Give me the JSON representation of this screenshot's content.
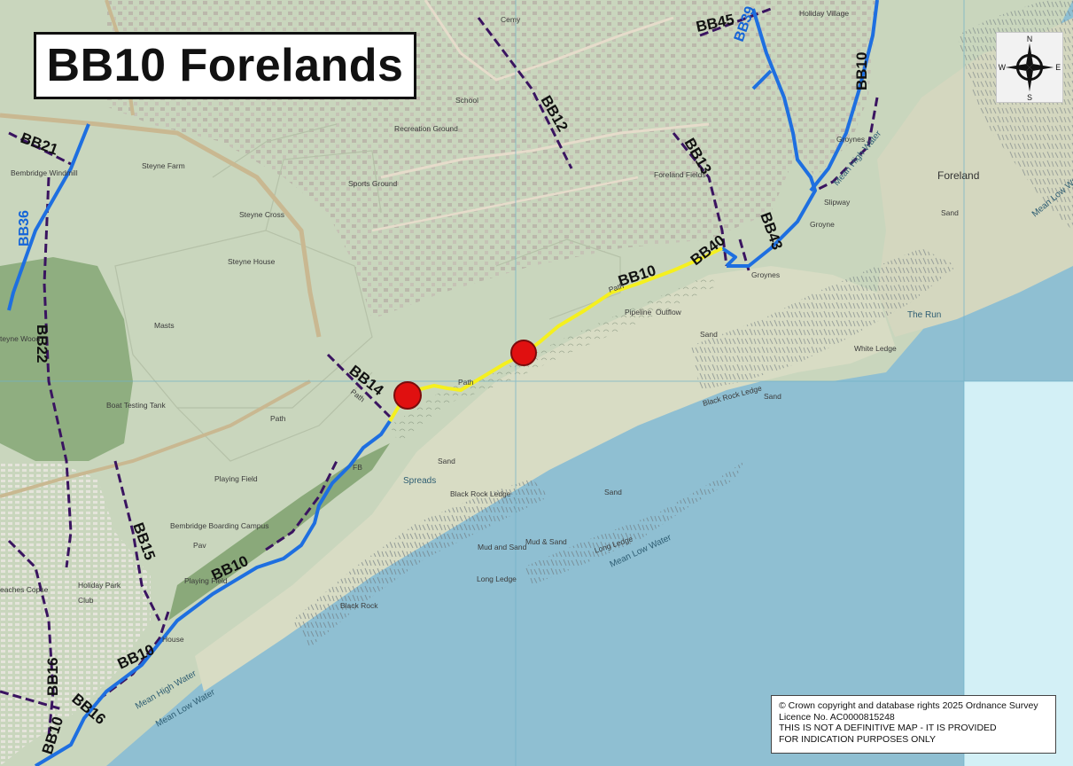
{
  "title": "BB10 Forelands",
  "compass": {
    "n": "N",
    "s": "S",
    "e": "E",
    "w": "W"
  },
  "route_labels": {
    "bb10_top": "BB10",
    "bb10_path": "BB10",
    "bb10_west": "BB10",
    "bb10_sw": "BB10",
    "bb10_corner": "BB10",
    "bb12": "BB12",
    "bb13": "BB13",
    "bb14": "BB14",
    "bb15": "BB15",
    "bb16a": "BB16",
    "bb16b": "BB16",
    "bb21": "BB21",
    "bb22": "BB22",
    "bb36": "BB36",
    "bb39": "BB39",
    "bb40": "BB40",
    "bb43": "BB43",
    "bb45": "BB45"
  },
  "places": {
    "holiday_village": "Holiday Village",
    "cemy": "Cemy",
    "school": "School",
    "recreation_ground": "Recreation Ground",
    "sports_ground": "Sports Ground",
    "steyne_farm": "Steyne Farm",
    "bembridge_windmill": "Bembridge Windmill",
    "steyne_cross": "Steyne Cross",
    "steyne_house": "Steyne House",
    "foreland_fields": "Foreland Fields",
    "foreland": "Foreland",
    "sand_foreland": "Sand",
    "slipway": "Slipway",
    "groyne": "Groyne",
    "groynes_top": "Groynes",
    "groynes": "Groynes",
    "mean_high_water_ne": "Mean High Water",
    "mean_low_water_ne": "Mean Low Water",
    "the_run": "The Run",
    "white_ledge": "White Ledge",
    "sand_main": "Sand",
    "black_rock_ledge_e": "Black Rock Ledge",
    "sand_small": "Sand",
    "pipeline": "Pipeline",
    "outflow": "Outflow",
    "path1": "Path",
    "path2": "Path",
    "path3": "Path",
    "path4": "Path",
    "masts": "Masts",
    "boat_testing_tank": "Boat Testing Tank",
    "playing_field": "Playing Field",
    "playing_field2": "Playing Field",
    "bembridge_boarding_campus": "Bembridge Boarding Campus",
    "spreads": "Spreads",
    "sand_mid": "Sand",
    "black_rock_ledge_w": "Black Rock Ledge",
    "sand_lower": "Sand",
    "mud_and_sand": "Mud and Sand",
    "mud_sand": "Mud & Sand",
    "long_ledge": "Long Ledge",
    "long_ledge2": "Long Ledge",
    "mean_low_water_s": "Mean Low Water",
    "black_rock": "Black Rock",
    "holiday_park": "Holiday Park",
    "club": "Club",
    "beaches_copse": "eaches Copse",
    "house": "House",
    "mean_high_water_sw": "Mean High Water",
    "mean_low_water_sw": "Mean Low Water",
    "steyne_wood": "teyne Wood",
    "pav": "Pav",
    "fb": "FB"
  },
  "copyright": {
    "line1": "© Crown copyright and database rights  2025 Ordnance Survey",
    "line2": "Licence No. AC0000815248",
    "line3": "THIS IS NOT A DEFINITIVE MAP - IT IS PROVIDED",
    "line4": "FOR INDICATION PURPOSES ONLY"
  },
  "legend_colors": {
    "highlighted_path": "#f5f01e",
    "public_right_of_way": "#1e6fe0",
    "footpath_boundary": "#3a1460",
    "closure_marker": "#e01010",
    "sea": "#8fbfd2",
    "sand": "#d8dcc4",
    "land": "#c4d2b8"
  },
  "closure_points": [
    {
      "id": "closure-west"
    },
    {
      "id": "closure-east"
    }
  ]
}
